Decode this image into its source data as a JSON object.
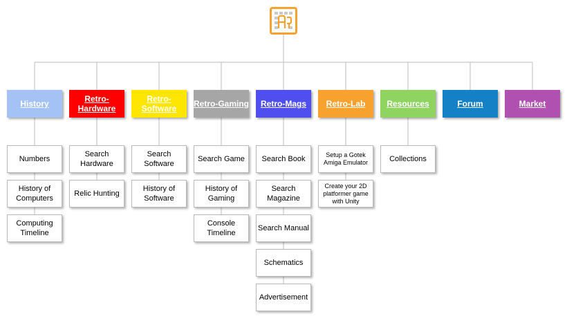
{
  "logo": {
    "icon": "retro-logo-icon",
    "accent": "#f7a22e"
  },
  "categories": [
    {
      "label": "History",
      "color": "#a4c2f4",
      "text_color": "#ffffff",
      "items": [
        "Numbers",
        "History of Computers",
        "Computing Timeline"
      ]
    },
    {
      "label": "Retro-Hardware",
      "color": "#ff0000",
      "text_color": "#ffffff",
      "items": [
        "Search Hardware",
        "Relic Hunting"
      ]
    },
    {
      "label": "Retro-Software",
      "color": "#ffe600",
      "text_color": "#ffffff",
      "items": [
        "Search Software",
        "History of Software"
      ]
    },
    {
      "label": "Retro-Gaming",
      "color": "#a6a6a6",
      "text_color": "#ffffff",
      "items": [
        "Search Game",
        "History of Gaming",
        "Console Timeline"
      ]
    },
    {
      "label": "Retro-Mags",
      "color": "#4f4ff0",
      "text_color": "#ffffff",
      "items": [
        "Search Book",
        "Search Magazine",
        "Search Manual",
        "Schematics",
        "Advertisement"
      ]
    },
    {
      "label": "Retro-Lab",
      "color": "#f7a22e",
      "text_color": "#ffffff",
      "items": [
        "Setup a Gotek Amiga Emulator",
        "Create your 2D platformer game with Unity"
      ]
    },
    {
      "label": "Resources",
      "color": "#8fd460",
      "text_color": "#ffffff",
      "items": [
        "Collections"
      ]
    },
    {
      "label": "Forum",
      "color": "#1481c6",
      "text_color": "#ffffff",
      "items": []
    },
    {
      "label": "Market",
      "color": "#b050b0",
      "text_color": "#ffffff",
      "items": []
    }
  ]
}
